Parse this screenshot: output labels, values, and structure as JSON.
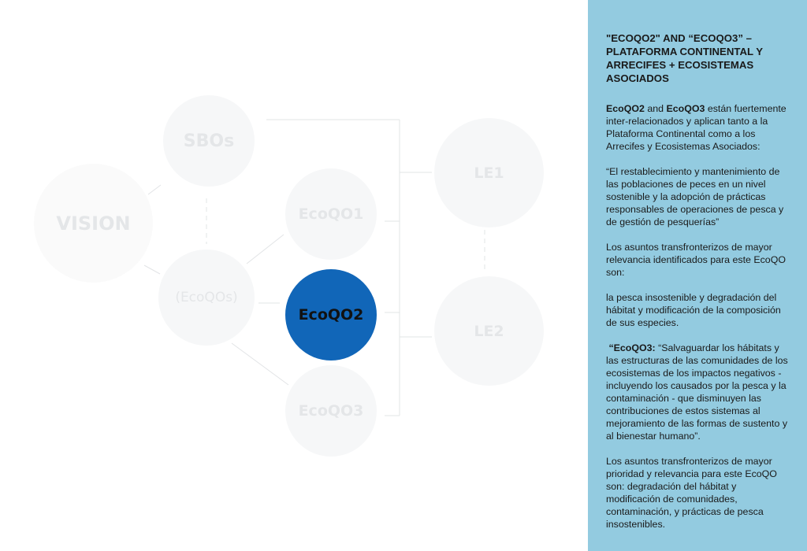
{
  "diagram": {
    "nodes": {
      "vision": "VISION",
      "sbos": "SBOs",
      "ecoqos": "(EcoQOs)",
      "ecoqo1": "EcoQO1",
      "ecoqo2": "EcoQO2",
      "ecoqo3": "EcoQO3",
      "le1": "LE1",
      "le2": "LE2"
    },
    "highlight_color": "#1166b8"
  },
  "panel": {
    "title": "\"ECOQO2\" AND “ECOQO3” – PLATAFORMA CONTINENTAL Y ARRECIFES + ECOSISTEMAS ASOCIADOS",
    "p1_b1": "EcoQO2",
    "p1_t1": " and ",
    "p1_b2": "EcoQO3",
    "p1_t2": " están fuertemente inter-relacionados y aplican tanto a la Plataforma Continental como a los Arrecifes y Ecosistemas Asociados:",
    "p2": "“El restablecimiento y mantenimiento de las poblaciones de peces en un nivel sostenible y la adopción de prácticas responsables de operaciones de pesca y de gestión de pesquerías”",
    "p3": "Los asuntos transfronterizos de mayor relevancia identificados para este EcoQO son:",
    "p4": "la pesca insostenible y degradación del hábitat y modificación de la composición de sus especies.",
    "p5_b": " “EcoQO3:",
    "p5_t": " “Salvaguardar los hábitats y las estructuras de las comunidades de los ecosistemas de los impactos negativos - incluyendo los causados por la pesca y la contaminación - que disminuyen las contribuciones de estos sistemas al mejoramiento de las formas de sustento y al bienestar humano”.",
    "p6": "Los asuntos transfronterizos de mayor prioridad y relevancia para este EcoQO son: degradación del hábitat y modificación de comunidades, contaminación, y prácticas de pesca insostenibles.",
    "bg_color": "#93cbe0"
  }
}
